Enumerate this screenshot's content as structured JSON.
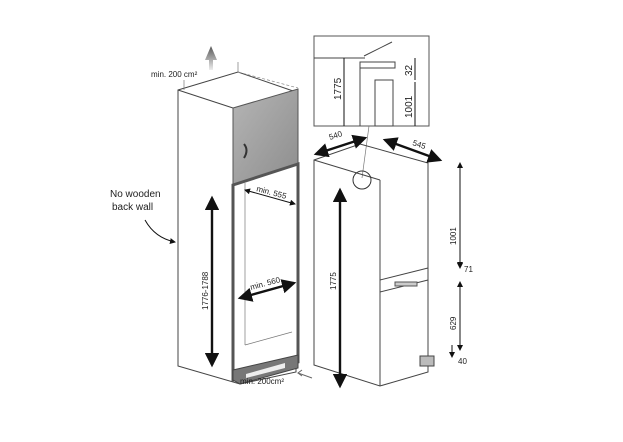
{
  "cabinet": {
    "vent_top": "min. 200 cm²",
    "back_wall_note_line1": "No wooden",
    "back_wall_note_line2": "back wall",
    "niche_depth": "min. 555",
    "niche_width": "min. 560",
    "niche_height": "1776-1788",
    "vent_bottom": "min. 200cm²"
  },
  "detail": {
    "height_total": "1775",
    "gap": "32",
    "height_upper": "1001"
  },
  "appliance": {
    "width": "540",
    "depth": "545",
    "upper_height": "1001",
    "middle_gap": "71",
    "total_height": "1775",
    "lower_height": "629",
    "bottom_gap": "40"
  }
}
